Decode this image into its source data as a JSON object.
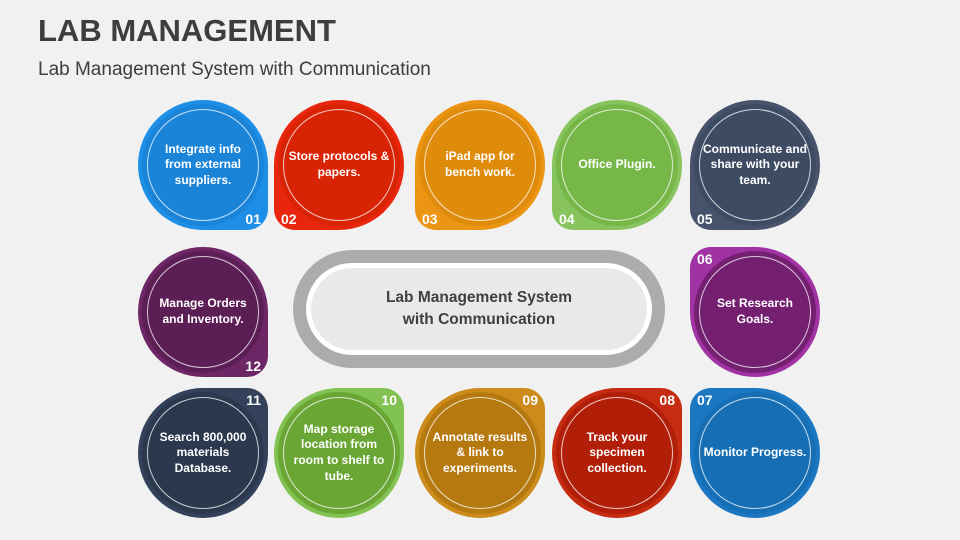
{
  "slide": {
    "title": "LAB MANAGEMENT",
    "subtitle": "Lab Management System with Communication",
    "background": "#f1f1f1"
  },
  "center": {
    "line1": "Lab Management System",
    "line2": "with Communication",
    "ring_color": "#acacac",
    "fill_color": "#e9e9e9"
  },
  "bubbles": [
    {
      "number": "01",
      "label": "Integrate info from external suppliers.",
      "outer": "#1e8fe6",
      "inner": "#1a84d9",
      "tail": "br"
    },
    {
      "number": "02",
      "label": "Store protocols & papers.",
      "outer": "#e7260d",
      "inner": "#d92305",
      "tail": "bl"
    },
    {
      "number": "03",
      "label": "iPad app for bench work.",
      "outer": "#ec9413",
      "inner": "#df8b0c",
      "tail": "bl"
    },
    {
      "number": "04",
      "label": "Office Plugin.",
      "outer": "#87c45e",
      "inner": "#77b748",
      "tail": "bl"
    },
    {
      "number": "05",
      "label": "Communicate and share with your team.",
      "outer": "#46536b",
      "inner": "#3e4c63",
      "tail": "bl"
    },
    {
      "number": "06",
      "label": "Set Research Goals.",
      "outer": "#a032a4",
      "inner": "#741f70",
      "tail": "tl"
    },
    {
      "number": "07",
      "label": "Monitor Progress.",
      "outer": "#1c77c2",
      "inner": "#166fb4",
      "tail": "tl"
    },
    {
      "number": "08",
      "label": "Track your specimen collection.",
      "outer": "#c52c11",
      "inner": "#b21f09",
      "tail": "tr"
    },
    {
      "number": "09",
      "label": "Annotate results & link to experiments.",
      "outer": "#cd8b1b",
      "inner": "#b5790f",
      "tail": "tr"
    },
    {
      "number": "10",
      "label": "Map storage location from room to shelf to tube.",
      "outer": "#82c253",
      "inner": "#69a634",
      "tail": "tr"
    },
    {
      "number": "11",
      "label": "Search 800,000 materials Database.",
      "outer": "#33415b",
      "inner": "#2b384d",
      "tail": "tr"
    },
    {
      "number": "12",
      "label": "Manage Orders and Inventory.",
      "outer": "#6e2766",
      "inner": "#5c1f55",
      "tail": "br"
    }
  ]
}
